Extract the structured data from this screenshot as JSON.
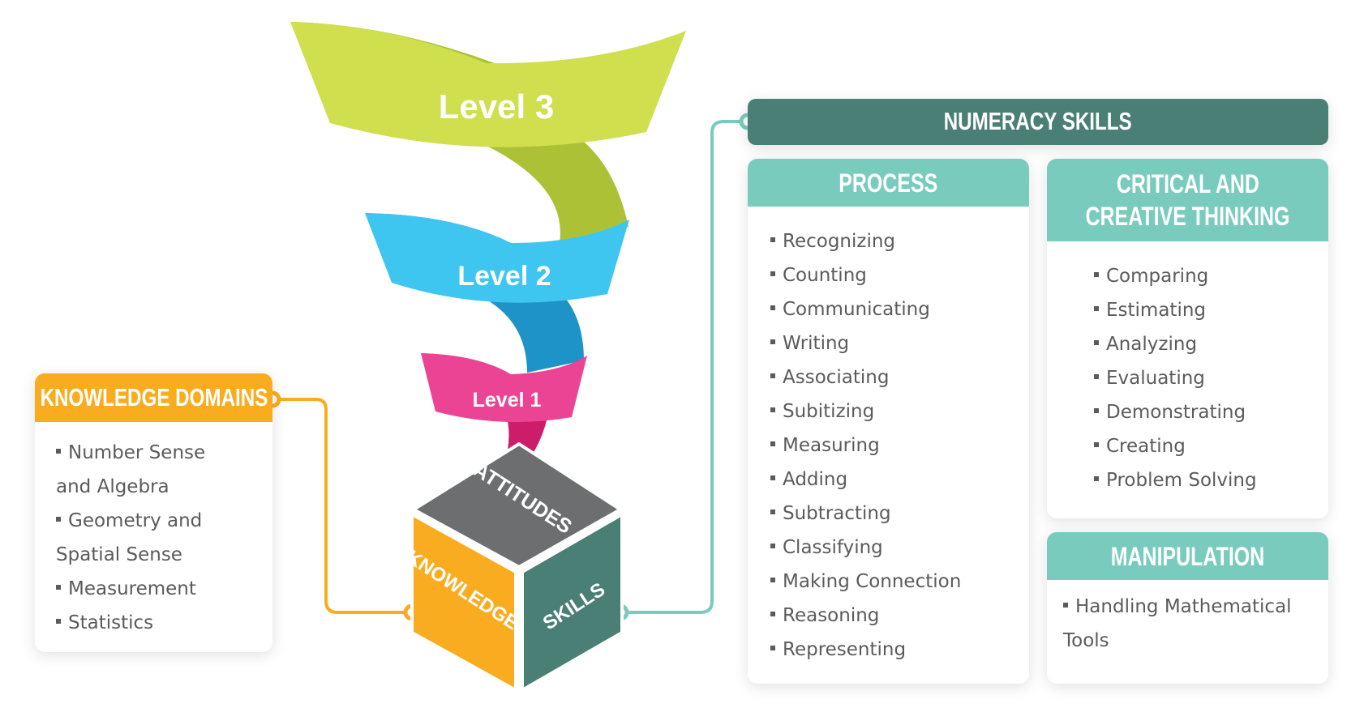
{
  "levels": [
    "Level 3",
    "Level 2",
    "Level 1"
  ],
  "cube": {
    "top": "ATTITUDES",
    "left": "KNOWLEDGE",
    "right": "SKILLS"
  },
  "knowledge_domains": {
    "title": "KNOWLEDGE DOMAINS",
    "items": [
      "Number Sense",
      "and Algebra",
      "Geometry and",
      "Spatial Sense",
      "Measurement",
      "Statistics"
    ]
  },
  "numeracy_skills": {
    "title": "NUMERACY SKILLS"
  },
  "process": {
    "title": "PROCESS",
    "items": [
      "Recognizing",
      "Counting",
      "Communicating",
      "Writing",
      "Associating",
      "Subitizing",
      "Measuring",
      "Adding",
      "Subtracting",
      "Classifying",
      "Making Connection",
      "Reasoning",
      "Representing"
    ]
  },
  "critical": {
    "title_line1": "CRITICAL AND",
    "title_line2": "CREATIVE THINKING",
    "items": [
      "Comparing",
      "Estimating",
      "Analyzing",
      "Evaluating",
      "Demonstrating",
      "Creating",
      "Problem Solving"
    ]
  },
  "manipulation": {
    "title": "MANIPULATION",
    "items": [
      "Handling Mathematical",
      "Tools"
    ]
  },
  "colors": {
    "orange": "#F9AC1F",
    "teal_dark": "#4A7F75",
    "teal_light": "#79CBBE",
    "gray": "#6D6E70",
    "green": "#CFDF4E",
    "blue": "#3EC6F0",
    "pink": "#EC4494"
  }
}
